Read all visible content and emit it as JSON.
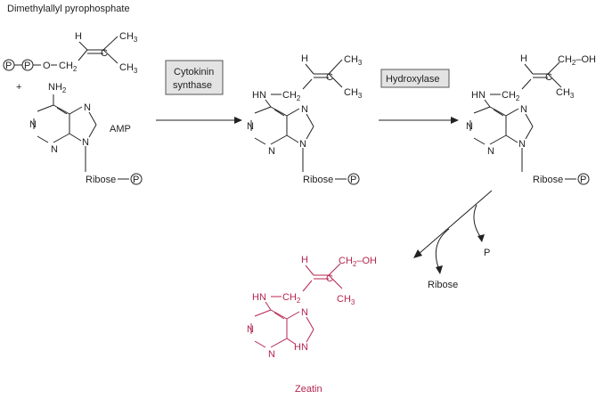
{
  "labels": {
    "top_title": "Dimethylallyl pyrophosphate",
    "enzyme1_line1": "Cytokinin",
    "enzyme1_line2": "synthase",
    "enzyme2": "Hydroxylase",
    "amp": "AMP",
    "plus": "+",
    "ribose": "Ribose",
    "phosphate": "P",
    "ribose_out": "Ribose",
    "product": "Zeatin"
  },
  "atoms": {
    "P": "P",
    "O": "O",
    "H": "H",
    "N": "N",
    "CH3": "CH",
    "CH2": "CH",
    "HN": "HN",
    "NH2": "NH",
    "OH": "OH",
    "C": "C",
    "sub2": "2",
    "sub3": "3"
  },
  "colors": {
    "ink": "#222222",
    "product": "#b5254f",
    "enzyme_box": "#e3e3e3"
  }
}
